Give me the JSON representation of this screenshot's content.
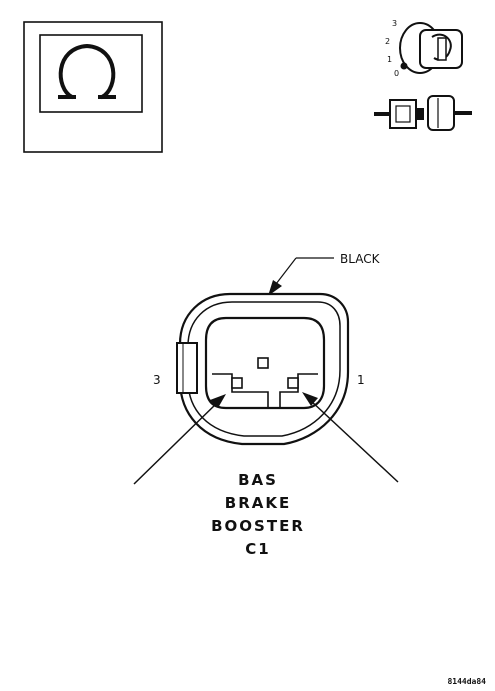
{
  "ignition_icon": {
    "positions": [
      "3",
      "2",
      "1",
      "0"
    ]
  },
  "connector": {
    "color_label": "BLACK",
    "pin_left": "3",
    "pin_right": "1"
  },
  "caption": {
    "line1": "BAS",
    "line2": "BRAKE",
    "line3": "BOOSTER",
    "line4": "C1"
  },
  "figure_code": "8144da84"
}
